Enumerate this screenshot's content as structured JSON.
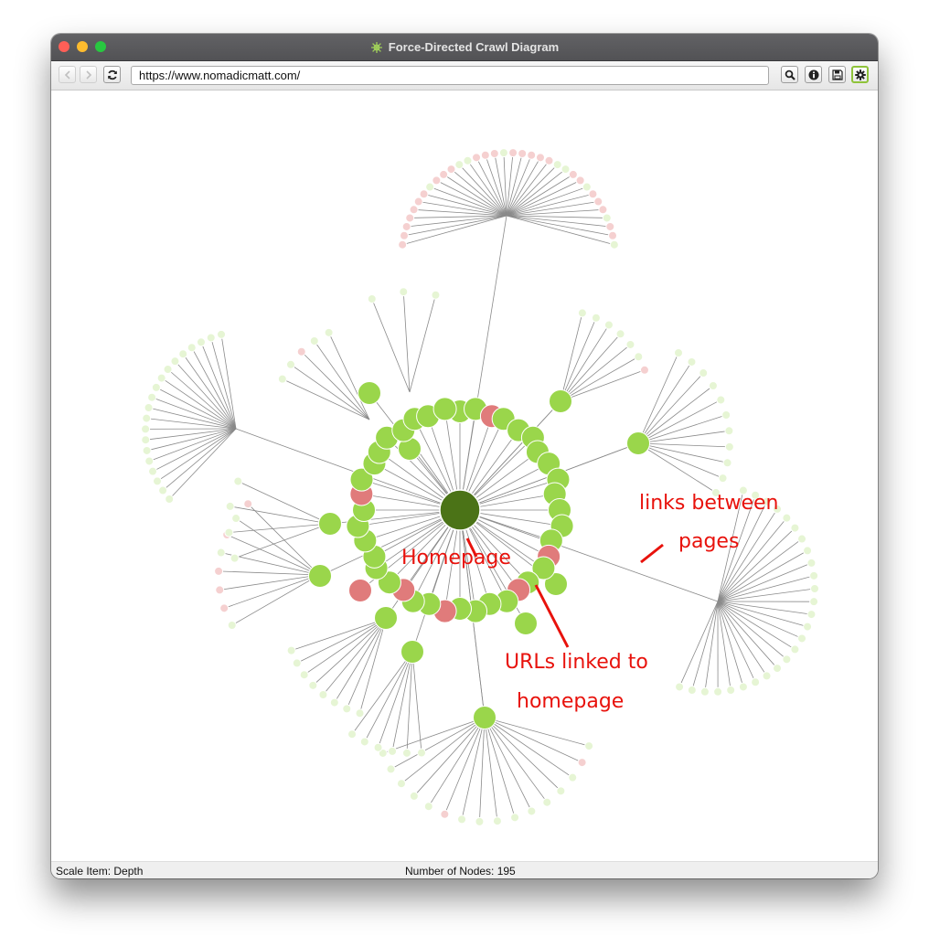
{
  "window": {
    "title": "Force-Directed Crawl Diagram",
    "title_icon": "spider-web-icon",
    "traffic_lights": {
      "close": "#ff5f57",
      "minimize": "#febc2e",
      "zoom": "#28c840"
    }
  },
  "toolbar": {
    "back_icon": "chevron-left-icon",
    "forward_icon": "chevron-right-icon",
    "refresh_icon": "refresh-icon",
    "url_value": "https://www.nomadicmatt.com/",
    "search_icon": "search-icon",
    "info_icon": "info-icon",
    "save_icon": "save-icon",
    "settings_icon": "gear-icon"
  },
  "diagram": {
    "colors": {
      "homepage": "#4b7317",
      "page": "#9ad64b",
      "page_error": "#e07b7b",
      "leaf": "#e6f5d4",
      "leaf_error": "#f5d0d0",
      "link": "#8a8a8a"
    },
    "annotations": {
      "links_line1": "links between",
      "links_line2": "pages",
      "homepage": "Homepage",
      "urls_line1": "URLs linked to",
      "urls_line2": "homepage"
    }
  },
  "status": {
    "scale_item": "Scale Item: Depth",
    "node_count": "Number of Nodes: 195"
  }
}
